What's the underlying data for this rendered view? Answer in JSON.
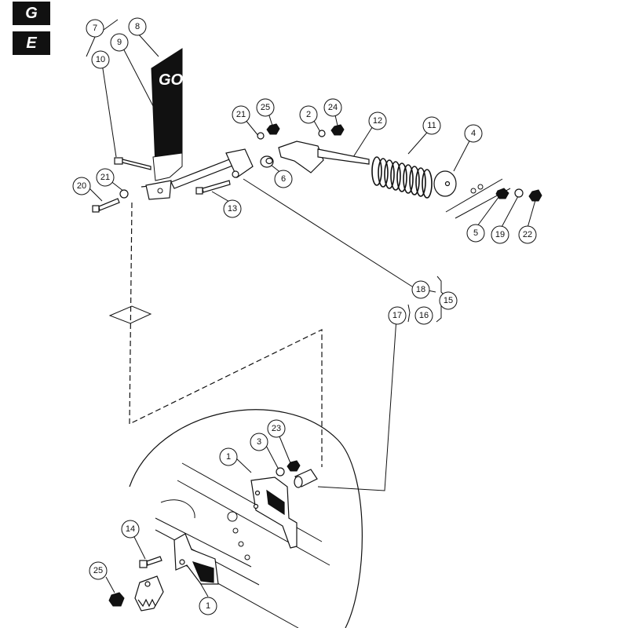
{
  "page_tabs": [
    "G",
    "E"
  ],
  "pedal_text": "GO",
  "callouts": {
    "c1a": "1",
    "c1b": "1",
    "c2": "2",
    "c3": "3",
    "c4": "4",
    "c5": "5",
    "c6": "6",
    "c7": "7",
    "c8": "8",
    "c9": "9",
    "c10": "10",
    "c11": "11",
    "c12": "12",
    "c13": "13",
    "c14": "14",
    "c15": "15",
    "c16": "16",
    "c17": "17",
    "c18": "18",
    "c19": "19",
    "c20": "20",
    "c21a": "21",
    "c21b": "21",
    "c22": "22",
    "c23": "23",
    "c24": "24",
    "c25a": "25",
    "c25b": "25"
  }
}
